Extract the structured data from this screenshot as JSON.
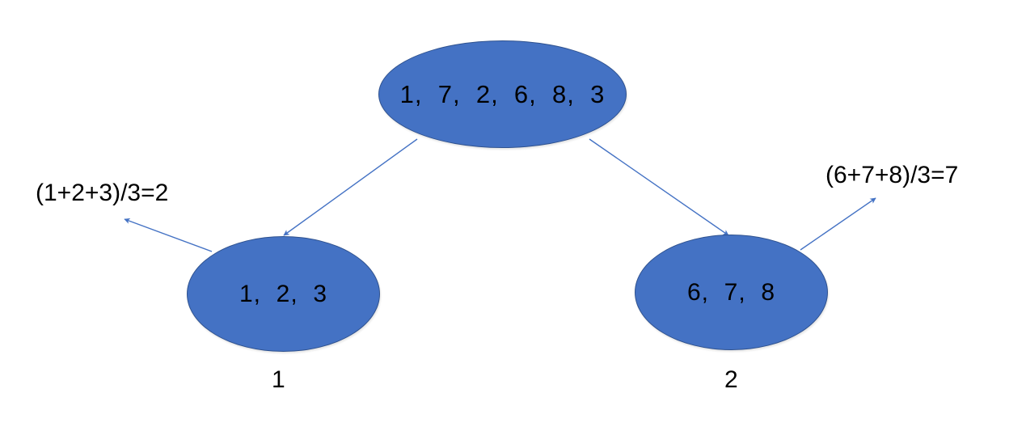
{
  "diagram": {
    "title": "mean-split-tree",
    "background_color": "#ffffff",
    "node_fill_color": "#4472C4",
    "node_border_color": "#2F528F",
    "edge_color": "#4472C4",
    "text_color": "#000000",
    "nodes": [
      {
        "id": "root",
        "label": "1,  7,  2,  6,  8,  3"
      },
      {
        "id": "left",
        "label": "1,  2,  3"
      },
      {
        "id": "right",
        "label": "6,  7,  8"
      }
    ],
    "annotations": [
      {
        "id": "left-mean",
        "text": "(1+2+3)/3=2"
      },
      {
        "id": "right-mean",
        "text": "(6+7+8)/3=7"
      }
    ],
    "captions": [
      {
        "id": "left-caption",
        "text": "1"
      },
      {
        "id": "right-caption",
        "text": "2"
      }
    ]
  }
}
